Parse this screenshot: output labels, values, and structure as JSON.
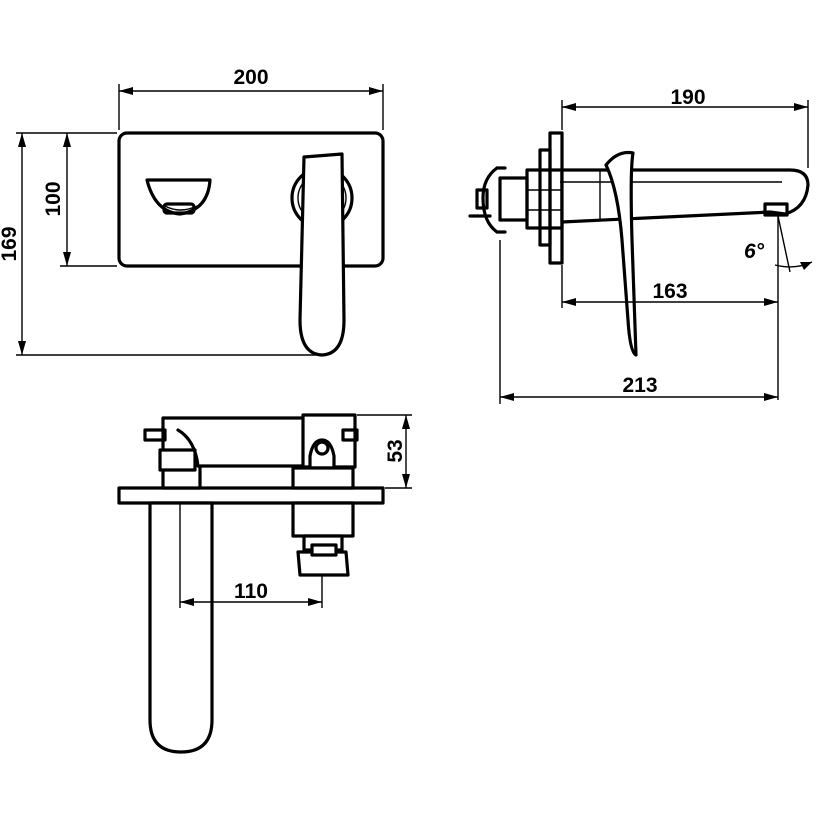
{
  "dimensions": {
    "front_width": "200",
    "front_plate_height": "100",
    "front_total_height": "169",
    "side_plate_to_end": "190",
    "side_to_spout_outlet": "163",
    "side_total_depth": "213",
    "spout_angle": "6°",
    "top_spout_projection": "110",
    "top_handle_height": "53"
  }
}
